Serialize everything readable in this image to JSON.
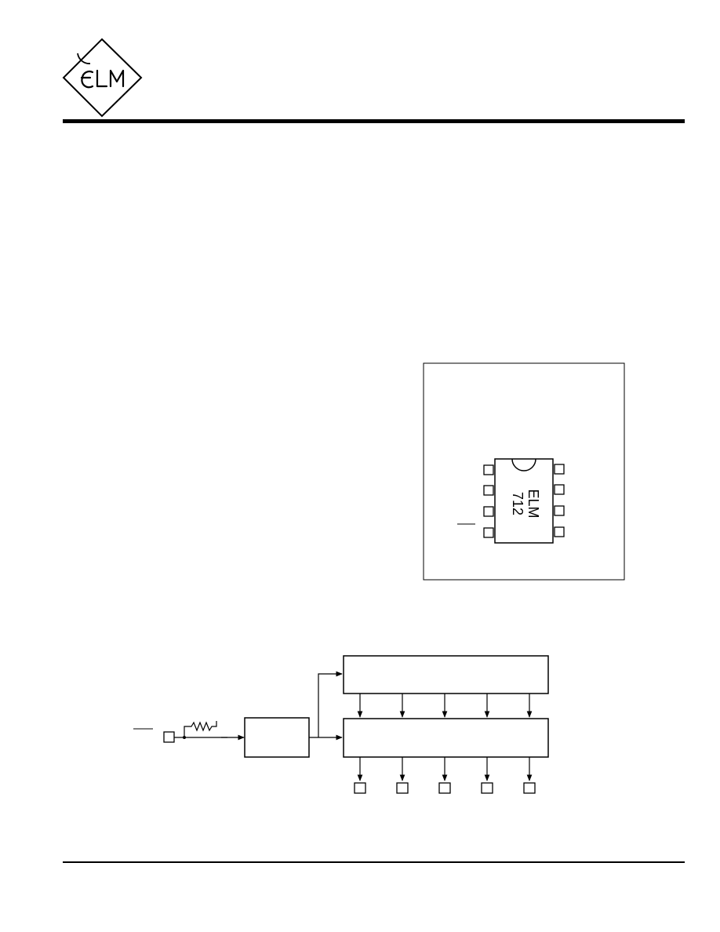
{
  "logo": {
    "text": "ELM"
  },
  "pin_diagram": {
    "chip_marking_line1": "ELM",
    "chip_marking_line2": "712"
  },
  "colors": {
    "ink": "#000000",
    "paper": "#ffffff"
  }
}
